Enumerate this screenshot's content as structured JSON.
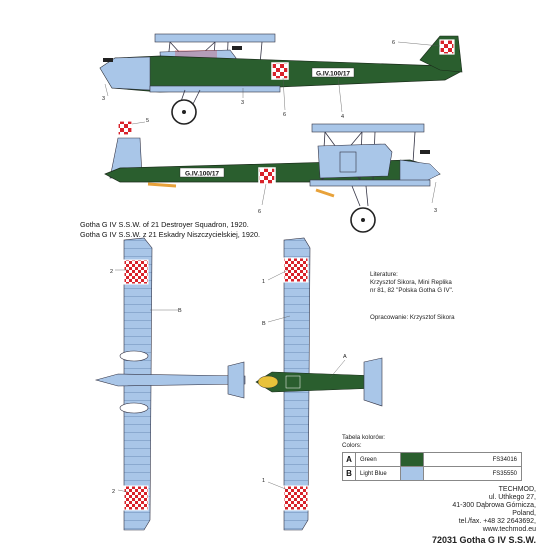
{
  "captions": {
    "line_1": "Gotha G IV S.S.W. of 21 Destroyer Squadron, 1920.",
    "line_2": "Gotha G IV S.S.W. z 21 Eskadry Niszczycielskiej, 1920."
  },
  "serial": "G.IV.100/17",
  "literature": {
    "heading": "Literature:",
    "line_1": "Krzysztof Sikora, Mini Replika",
    "line_2": "nr 81, 82 \"Polska Gotha G IV\"."
  },
  "artwork": "Opracowanie: Krzysztof Sikora",
  "color_table": {
    "heading_1": "Tabela kolorów:",
    "heading_2": "Colors:",
    "rows": [
      {
        "code": "A",
        "name": "Green",
        "fs": "FS34016",
        "color": "#2a5e2e"
      },
      {
        "code": "B",
        "name": "Light Blue",
        "fs": "FS35550",
        "color": "#a9c6e8"
      }
    ]
  },
  "publisher": {
    "name": "TECHMOD,",
    "street": "ul. Uthkego 27,",
    "city": "41-300 Dąbrowa Górnicza,",
    "country": "Poland,",
    "phone": "tel./fax. +48 32 2643692,",
    "web": "www.techmod.eu"
  },
  "product_title": "72031 Gotha G IV S.S.W.",
  "callouts": {
    "one": "1",
    "two": "2",
    "three": "3",
    "four": "4",
    "five": "5",
    "six": "6",
    "a": "A",
    "b": "B"
  }
}
